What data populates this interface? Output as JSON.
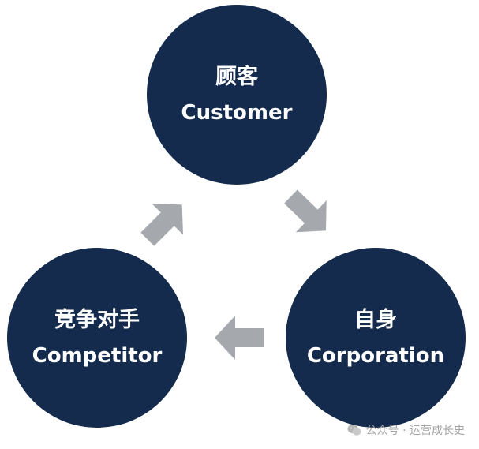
{
  "colors": {
    "node_fill": "#142b4d",
    "node_text": "#ffffff",
    "arrow_fill": "#a5a8ad",
    "watermark_text": "#a3a3a3"
  },
  "nodes": {
    "customer": {
      "zh": "顾客",
      "en": "Customer"
    },
    "corporation": {
      "zh": "自身",
      "en": "Corporation"
    },
    "competitor": {
      "zh": "竞争对手",
      "en": "Competitor"
    }
  },
  "arrows": [
    {
      "from": "customer",
      "to": "corporation",
      "icon": "block-arrow"
    },
    {
      "from": "corporation",
      "to": "competitor",
      "icon": "block-arrow"
    },
    {
      "from": "competitor",
      "to": "customer",
      "icon": "block-arrow"
    }
  ],
  "watermark": {
    "icon": "wechat-icon",
    "text": "公众号 · 运营成长史"
  }
}
